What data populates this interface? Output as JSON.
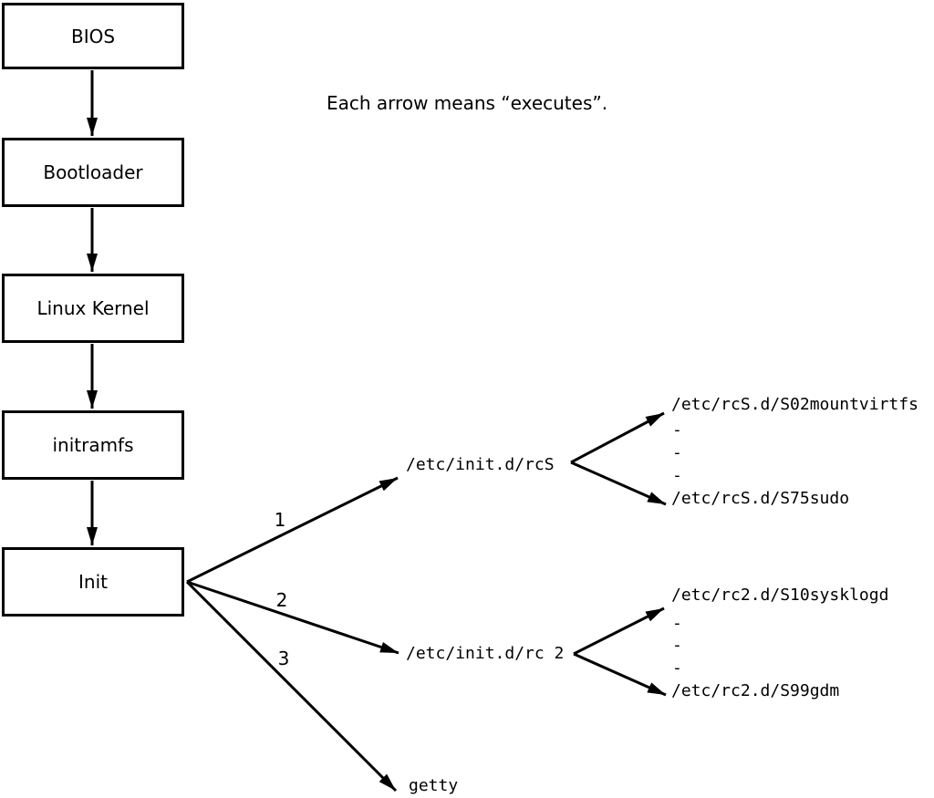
{
  "caption": "Each arrow means “executes”.",
  "boxes": [
    {
      "label": "BIOS"
    },
    {
      "label": "Bootloader"
    },
    {
      "label": "Linux Kernel"
    },
    {
      "label": "initramfs"
    },
    {
      "label": "Init"
    }
  ],
  "branch_labels": {
    "first": "1",
    "second": "2",
    "third": "3"
  },
  "nodes": {
    "rcs_script": "/etc/init.d/rcS",
    "rc2_script": "/etc/init.d/rc 2",
    "getty": "getty"
  },
  "rcs_children": {
    "first": "/etc/rcS.d/S02mountvirtfs",
    "dash1": "-",
    "dash2": "-",
    "dash3": "-",
    "last": "/etc/rcS.d/S75sudo"
  },
  "rc2_children": {
    "first": "/etc/rc2.d/S10sysklogd",
    "dash1": "-",
    "dash2": "-",
    "dash3": "-",
    "last": "/etc/rc2.d/S99gdm"
  },
  "colors": {
    "line": "#000000",
    "background": "#ffffff"
  }
}
